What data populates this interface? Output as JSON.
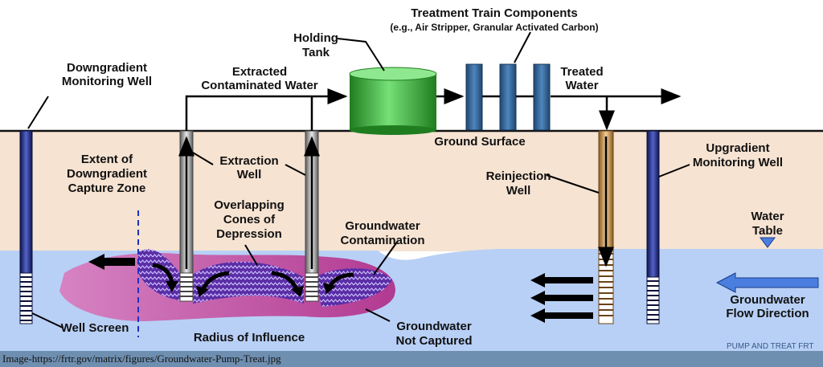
{
  "labels": {
    "treatment_title": "Treatment Train Components",
    "treatment_sub": "(e.g., Air Stripper, Granular Activated Carbon)",
    "holding_1": "Holding",
    "holding_2": "Tank",
    "extracted_1": "Extracted",
    "extracted_2": "Contaminated Water",
    "treated_1": "Treated",
    "treated_2": "Water",
    "downgradient_1": "Downgradient",
    "downgradient_2": "Monitoring Well",
    "ground_surface": "Ground Surface",
    "extent_1": "Extent of",
    "extent_2": "Downgradient",
    "extent_3": "Capture Zone",
    "extraction_1": "Extraction",
    "extraction_2": "Well",
    "cones_1": "Overlapping",
    "cones_2": "Cones of",
    "cones_3": "Depression",
    "contam_1": "Groundwater",
    "contam_2": "Contamination",
    "reinjection_1": "Reinjection",
    "reinjection_2": "Well",
    "upgradient_1": "Upgradient",
    "upgradient_2": "Monitoring Well",
    "water_table_1": "Water",
    "water_table_2": "Table",
    "flow_1": "Groundwater",
    "flow_2": "Flow Direction",
    "well_screen": "Well Screen",
    "radius": "Radius of Influence",
    "not_captured_1": "Groundwater",
    "not_captured_2": "Not Captured",
    "corner_text": "PUMP AND TREAT FRT"
  },
  "caption": "Image-https://frtr.gov/matrix/figures/Groundwater-Pump-Treat.jpg",
  "colors": {
    "sky": "#ffffff",
    "soil": "#f6e3d2",
    "groundwater": "#b8d0f6",
    "plume": "#c0549f",
    "capture_zone": "#5a2ea6",
    "monitoring_well": "#1f2a78",
    "extraction_well": "#9a9a9a",
    "reinjection_well": "#c48a45",
    "tank": "#3cae3c",
    "treatment_unit": "#2f5e8e",
    "flow_arrow": "#4a7fe0",
    "caption_bar": "#6f8fb0"
  }
}
